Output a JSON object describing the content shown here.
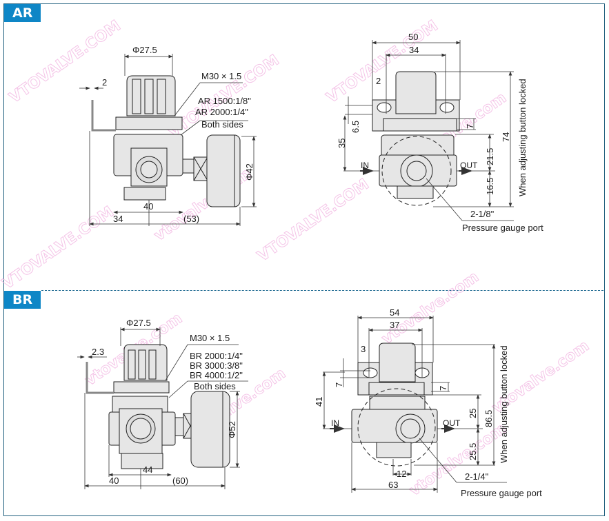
{
  "sections": [
    {
      "id": "AR",
      "label": "AR",
      "front_view": {
        "knob_diameter": "Φ27.5",
        "thread": "M30 × 1.5",
        "ports": [
          "AR 1500:1/8\"",
          "AR 2000:1/4\""
        ],
        "ports_note": "Both sides",
        "bracket_offset": "2",
        "gauge_diameter": "Φ42",
        "body_width": "40",
        "left_dim": "34",
        "right_dim": "(53)"
      },
      "side_view": {
        "overall_width": "50",
        "hole_pitch": "34",
        "slot_width": "2",
        "slot_height": "6.5",
        "nut_height": "7",
        "height_to_port": "35",
        "upper_height": "21.5",
        "lower_height": "16.5",
        "total_height": "74",
        "total_height_note": "When adjusting button locked",
        "in_label": "IN",
        "out_label": "OUT",
        "gauge_port": "2-1/8\"",
        "gauge_port_note": "Pressure gauge port"
      }
    },
    {
      "id": "BR",
      "label": "BR",
      "front_view": {
        "knob_diameter": "Φ27.5",
        "thread": "M30 × 1.5",
        "ports": [
          "BR 2000:1/4\"",
          "BR 3000:3/8\"",
          "BR 4000:1/2\""
        ],
        "ports_note": "Both sides",
        "bracket_offset": "2.3",
        "gauge_diameter": "Φ52",
        "body_width": "44",
        "left_dim": "40",
        "right_dim": "(60)"
      },
      "side_view": {
        "overall_width": "54",
        "hole_pitch": "37",
        "slot_width": "3",
        "slot_height": "7",
        "nut_height": "7",
        "height_to_port": "41",
        "upper_height": "25",
        "lower_height": "25.5",
        "total_height": "86.5",
        "total_height_note": "When adjusting button locked",
        "bottom_width": "12",
        "body_width": "63",
        "in_label": "IN",
        "out_label": "OUT",
        "gauge_port": "2-1/4\"",
        "gauge_port_note": "Pressure gauge port"
      }
    }
  ],
  "watermark": "VTOVALVE.COM",
  "colors": {
    "tag_bg": "#0e86c6",
    "frame": "#1f5f7e",
    "part_fill": "#e6e6e6",
    "watermark": "#f2b6e2"
  }
}
